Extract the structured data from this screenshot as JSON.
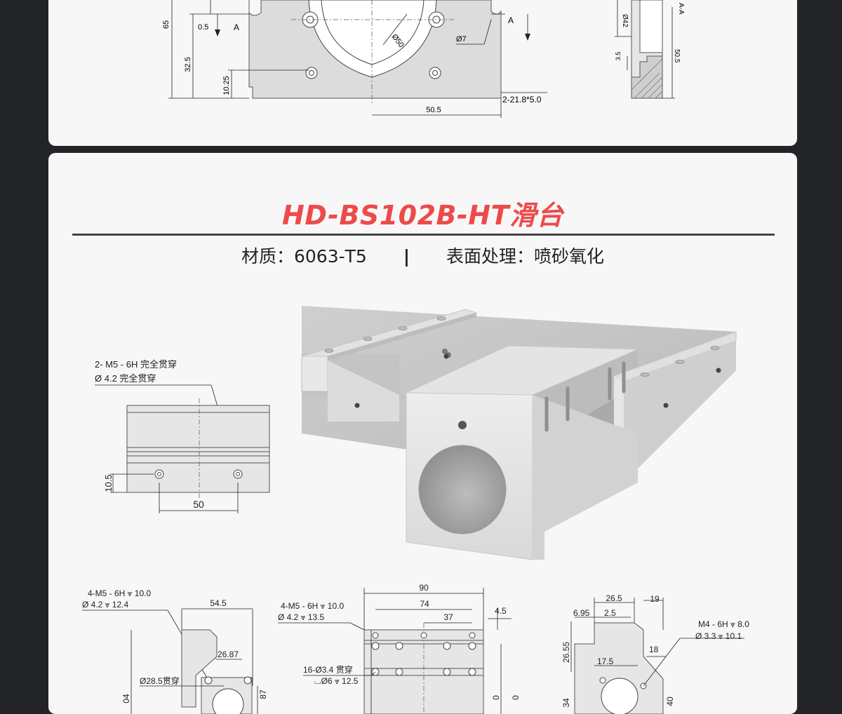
{
  "top_drawing": {
    "dims": {
      "d65": "65",
      "d05": "0.5",
      "a_left": "A",
      "a_right": "A",
      "d325": "32.5",
      "d1025": "10.25",
      "phi50": "Ø50",
      "phi7": "Ø7",
      "slot": "2-21.8*5.0",
      "d505": "50.5"
    },
    "section": {
      "phi42": "Ø42",
      "aa": "A-A",
      "d505": "50.5",
      "d35": "3.5"
    }
  },
  "product": {
    "title": "HD-BS102B-HT滑台",
    "material": "材质：6063-T5",
    "separator": "|",
    "surface": "表面处理：喷砂氧化"
  },
  "top_view": {
    "note_line1": "2- M5 - 6H 完全贯穿",
    "note_line2": "Ø 4.2 完全贯穿",
    "dim_105": "10.5",
    "dim_50": "50"
  },
  "bottom_left": {
    "note_line1": "4-M5 - 6H ⩔ 10.0",
    "note_line2": "Ø 4.2 ⩔ 12.4",
    "dim_545": "54.5",
    "dim_2687": "26.87",
    "bore": "Ø28.5贯穿",
    "dim_04": "04",
    "dim_87": "87"
  },
  "bottom_mid": {
    "dim_90": "90",
    "dim_74": "74",
    "dim_37": "37",
    "dim_45": "4.5",
    "note_line1": "4-M5 - 6H ⩔ 10.0",
    "note_line2": "Ø 4.2 ⩔ 13.5",
    "holes_line1": "16-Ø3.4 贯穿",
    "holes_line2": "⌴Ø6 ⩔ 12.5",
    "dim_0a": "0",
    "dim_0b": "0"
  },
  "bottom_right": {
    "dim_265": "26.5",
    "dim_19": "19",
    "dim_695": "6.95",
    "dim_25": "2.5",
    "dim_2655": "26.55",
    "dim_175": "17.5",
    "dim_18": "18",
    "note_line1": "M4 - 6H ⩔ 8.0",
    "note_line2": "Ø 3.3 ⩔ 10.1",
    "dim_34": "34",
    "dim_40": "40"
  }
}
